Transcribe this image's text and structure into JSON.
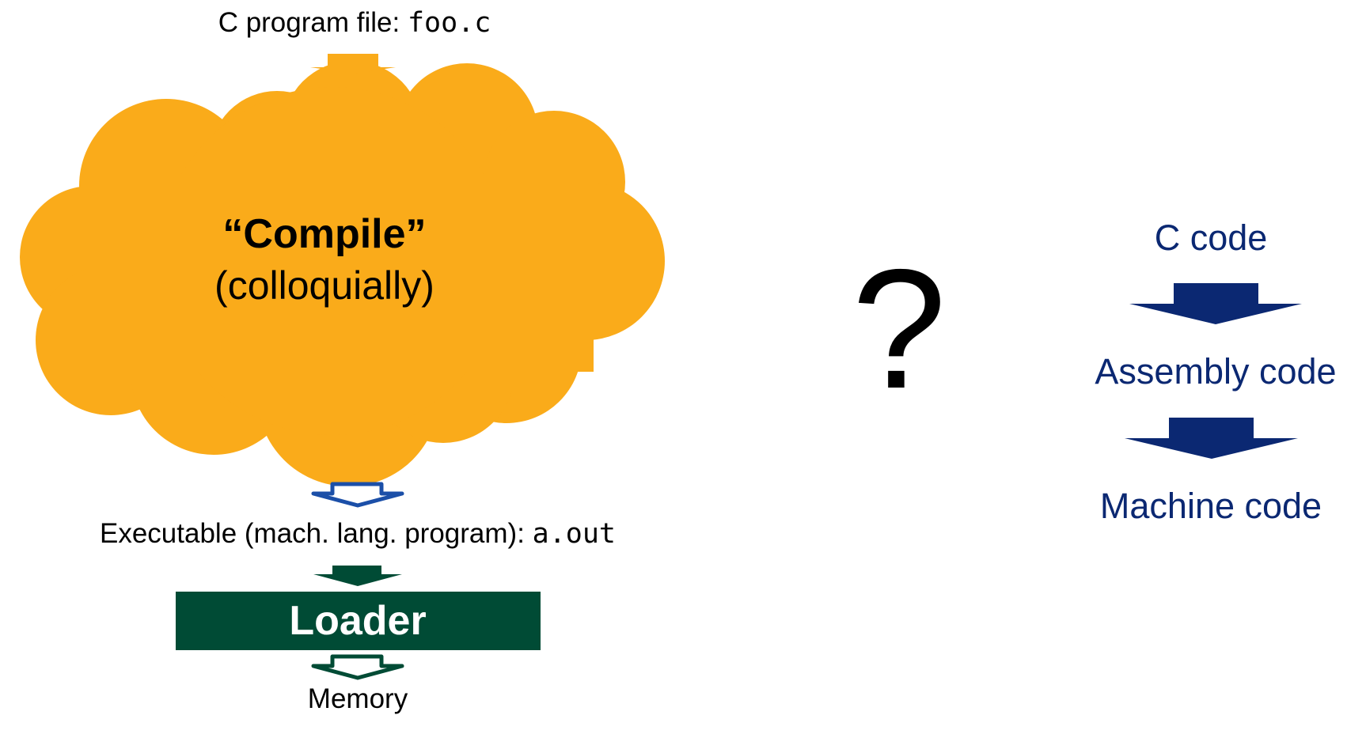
{
  "left": {
    "input_label": "C program file: ",
    "input_file": "foo.c",
    "compile_title": "“Compile”",
    "compile_subtitle": "(colloquially)",
    "executable_label": "Executable (mach. lang. program): ",
    "executable_file": "a.out",
    "loader_label": "Loader",
    "memory_label": "Memory"
  },
  "center": {
    "question_mark": "?"
  },
  "right": {
    "steps": [
      "C code",
      "Assembly code",
      "Machine code"
    ]
  },
  "colors": {
    "cloud": "#FAAB1A",
    "loader_box": "#004B35",
    "loader_text": "#FFFFFF",
    "blue_arrow": "#1B4FA8",
    "navy": "#0B2872",
    "text": "#000000"
  }
}
